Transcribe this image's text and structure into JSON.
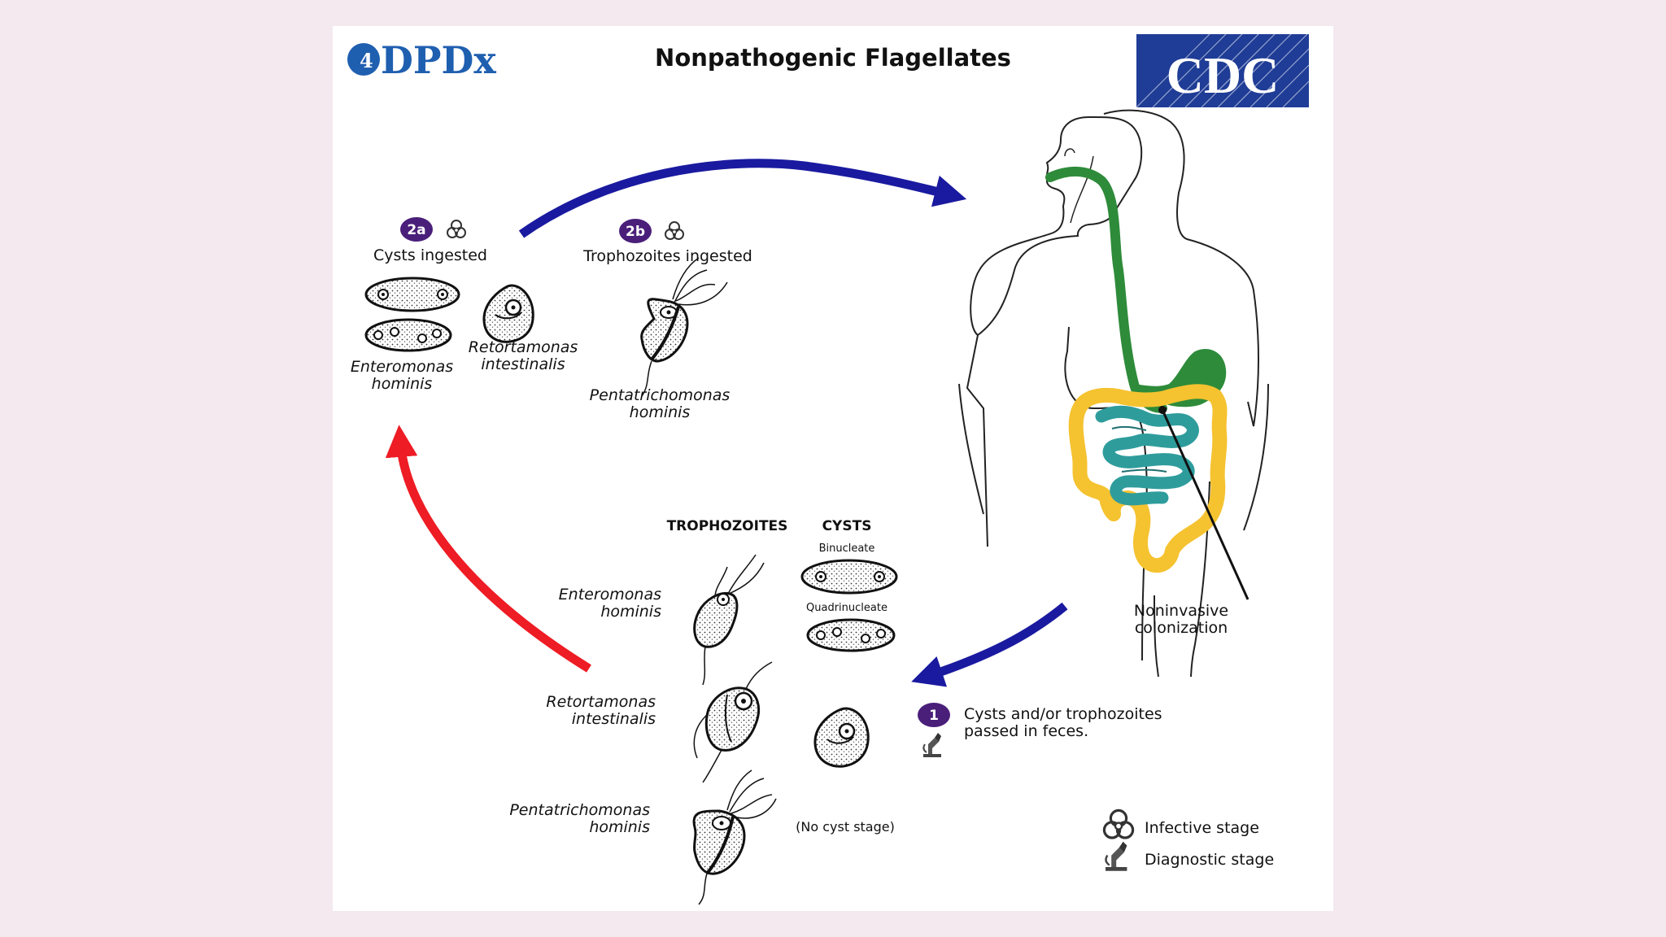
{
  "header": {
    "title": "Nonpathogenic Flagellates",
    "dpdx_logo": "DPDx",
    "cdc_logo": "CDC"
  },
  "colors": {
    "ingest_arrow": "#1a1aa0",
    "return_arrow": "#ee1c24",
    "digestive_green": "#2e8b3a",
    "colon_yellow": "#f5c230",
    "small_intestine_teal": "#2f9c9c",
    "badge_purple": "#4a1f7a",
    "cdc_blue": "#1f3c96"
  },
  "stages": {
    "s2a": {
      "badge": "2a",
      "label": "Cysts ingested",
      "icon": "biohazard-icon"
    },
    "s2b": {
      "badge": "2b",
      "label": "Trophozoites ingested",
      "icon": "biohazard-icon"
    },
    "s1": {
      "badge": "1",
      "label_line1": "Cysts and/or trophozoites",
      "label_line2": "passed in feces.",
      "icon": "microscope-icon"
    }
  },
  "ingested_organisms": {
    "enteromonas": {
      "line1": "Enteromonas",
      "line2": "hominis"
    },
    "retortamonas": {
      "line1": "Retortamonas",
      "line2": "intestinalis"
    },
    "pentatrichomonas": {
      "line1": "Pentatrichomonas",
      "line2": "hominis"
    }
  },
  "table": {
    "col_trophozoites": "TROPHOZOITES",
    "col_cysts": "CYSTS",
    "binucleate": "Binucleate",
    "quadrinucleate": "Quadrinucleate",
    "rows": [
      {
        "line1": "Enteromonas",
        "line2": "hominis"
      },
      {
        "line1": "Retortamonas",
        "line2": "intestinalis"
      },
      {
        "line1": "Pentatrichomonas",
        "line2": "hominis"
      }
    ],
    "no_cyst": "(No cyst stage)"
  },
  "colonization": {
    "line1": "Noninvasive",
    "line2": "colonization"
  },
  "legend": {
    "infective": "Infective stage",
    "diagnostic": "Diagnostic stage"
  }
}
